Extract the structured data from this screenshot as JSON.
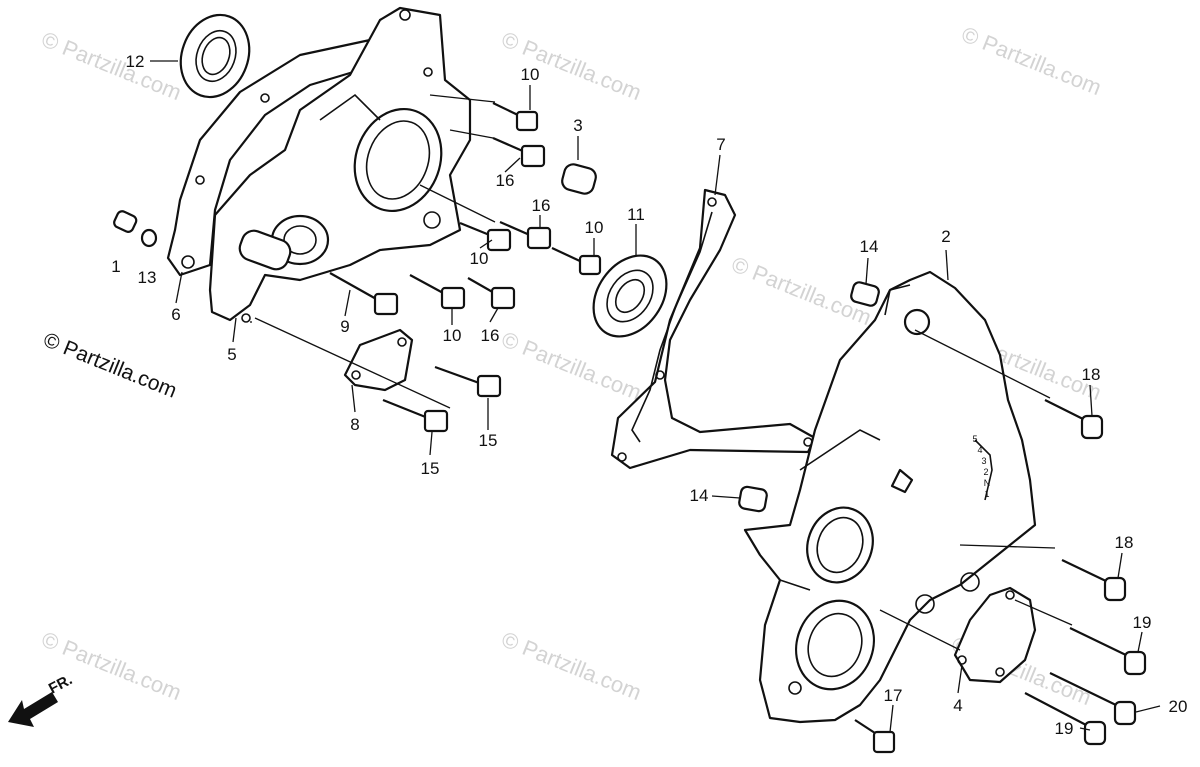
{
  "diagram": {
    "callouts": {
      "c1": "1",
      "c2": "2",
      "c3": "3",
      "c4": "4",
      "c5": "5",
      "c6": "6",
      "c7": "7",
      "c8": "8",
      "c9": "9",
      "c10a": "10",
      "c10b": "10",
      "c10c": "10",
      "c10d": "10",
      "c11": "11",
      "c12": "12",
      "c13": "13",
      "c14a": "14",
      "c14b": "14",
      "c15a": "15",
      "c15b": "15",
      "c16a": "16",
      "c16b": "16",
      "c16c": "16",
      "c17": "17",
      "c18a": "18",
      "c18b": "18",
      "c19a": "19",
      "c19b": "19",
      "c20": "20"
    },
    "watermarks": {
      "w1": "© Partzilla.com",
      "w2": "© Partzilla.com",
      "w3": "© Partzilla.com",
      "w4": "© Partzilla.com",
      "w5": "© Partzilla.com",
      "w6": "© Partzilla.com",
      "w7": "© Partzilla.com",
      "w8": "© Partzilla.com",
      "w9": "© Partzilla.com"
    },
    "watermark_main": "© Partzilla.com",
    "direction_label": "FR.",
    "shift_marks": [
      "5",
      "4",
      "3",
      "2",
      "N",
      "1"
    ]
  }
}
